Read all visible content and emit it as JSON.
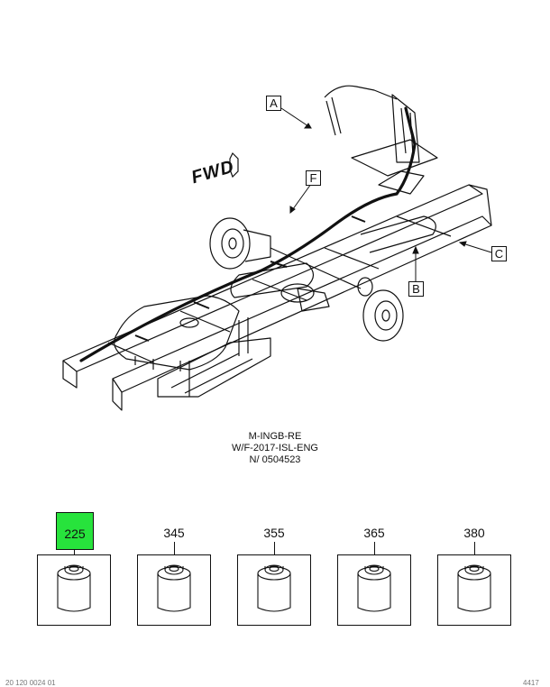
{
  "diagram": {
    "callouts": {
      "a": "A",
      "b": "B",
      "c": "C",
      "f": "F"
    },
    "fwd_label": "FWD"
  },
  "caption": {
    "line1": "M-INGB-RE",
    "line2": "W/F-2017-ISL-ENG",
    "line3": "N/ 0504523"
  },
  "parts": [
    {
      "number": "225",
      "selected": true
    },
    {
      "number": "345",
      "selected": false
    },
    {
      "number": "355",
      "selected": false
    },
    {
      "number": "365",
      "selected": false
    },
    {
      "number": "380",
      "selected": false
    }
  ],
  "colors": {
    "selected_highlight": "#27e33c",
    "line": "#111111"
  },
  "footer": {
    "left_text": "20 120 0024 01",
    "right_text": "4417"
  }
}
